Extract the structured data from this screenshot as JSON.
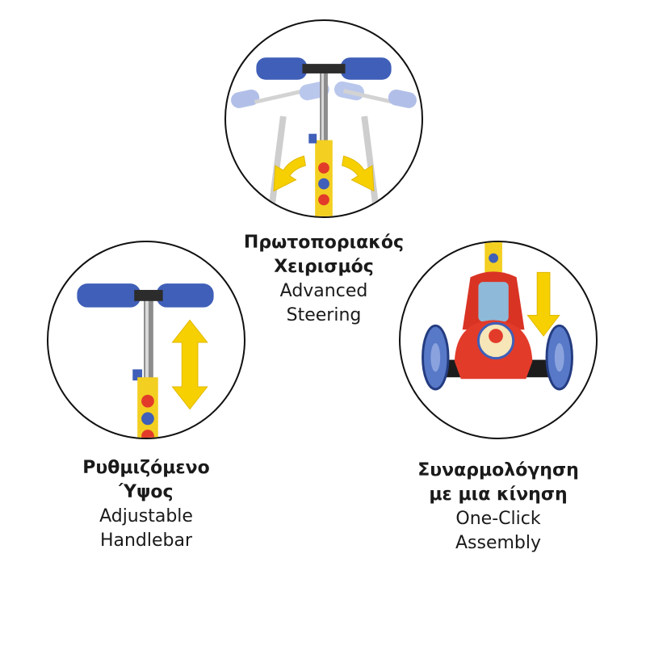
{
  "colors": {
    "grip_blue": "#3f5fb8",
    "grip_faded": "#a9b8e6",
    "arrow_yellow": "#f6d000",
    "deck_red": "#e23b2a",
    "stem_yellow": "#f3cf21",
    "wheel_blue": "#5878c8",
    "outline": "#111111"
  },
  "features": [
    {
      "id": "steering",
      "title_gr_line1": "Πρωτοποριακός",
      "title_gr_line2": "Χειρισμός",
      "title_en_line1": "Advanced",
      "title_en_line2": "Steering",
      "icon": "tilting-handlebar-with-curved-arrows"
    },
    {
      "id": "height",
      "title_gr_line1": "Ρυθμιζόμενο",
      "title_gr_line2": "Ύψος",
      "title_en_line1": "Adjustable",
      "title_en_line2": "Handlebar",
      "icon": "handlebar-with-up-down-arrow"
    },
    {
      "id": "assembly",
      "title_gr_line1": "Συναρμολόγηση",
      "title_gr_line2": "με μια κίνηση",
      "title_en_line1": "One-Click",
      "title_en_line2": "Assembly",
      "icon": "scooter-base-with-down-arrow"
    }
  ]
}
